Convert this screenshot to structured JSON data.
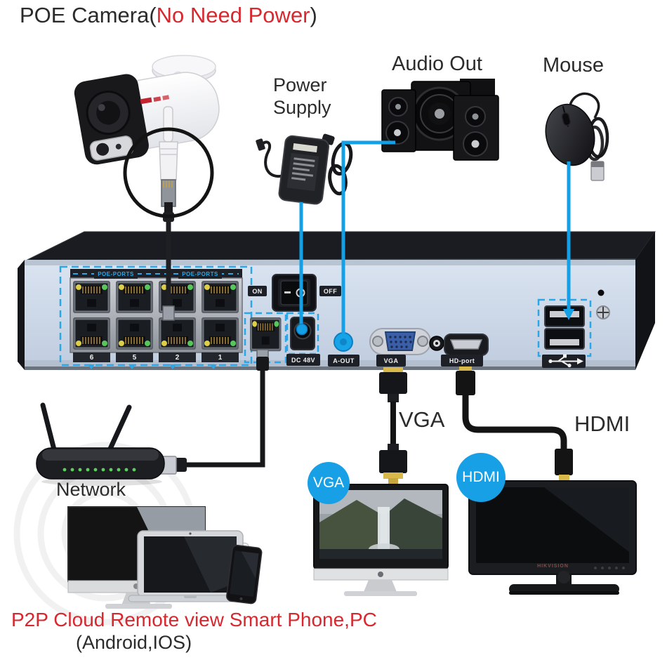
{
  "title": {
    "prefix": "POE Camera(",
    "highlight": "No Need Power",
    "suffix": ")"
  },
  "labels": {
    "power_supply": "Power Supply",
    "audio_out": "Audio Out",
    "mouse": "Mouse",
    "network": "Network",
    "vga_cable": "VGA",
    "hdmi_cable": "HDMI"
  },
  "badges": {
    "vga": "VGA",
    "hdmi": "HDMI"
  },
  "nvr": {
    "poe_ports_left": "POE-PORTS",
    "poe_ports_right": "POE-PORTS",
    "port_numbers": [
      "6",
      "5",
      "2",
      "1"
    ],
    "switch": {
      "on": "ON",
      "off": "OFF"
    },
    "ports": {
      "dc": "DC 48V",
      "audio": "A-OUT",
      "vga": "VGA",
      "hdmi": "HD-port"
    }
  },
  "monitor_brand": "HIKVISION",
  "footer": {
    "line1": "P2P Cloud Remote view Smart Phone,PC",
    "line2": "(Android,IOS)"
  },
  "colors": {
    "accent_blue": "#14a0e6",
    "dashed_blue": "#2ba7e8",
    "highlight_red": "#d7282f",
    "text_dark": "#2b2b2b"
  }
}
